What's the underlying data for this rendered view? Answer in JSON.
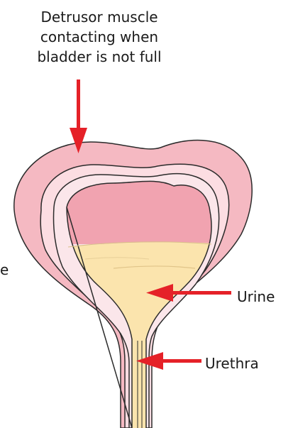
{
  "title_lines": [
    "Detrusor muscle",
    "contacting when",
    "bladder is not full"
  ],
  "labels": {
    "urine": "Urine",
    "urethra": "Urethra",
    "partial_left": "e"
  },
  "colors": {
    "outer_wall": "#f5b9c2",
    "middle_wall": "#fcdde2",
    "inner_wall": "#fbe6ea",
    "bladder_top": "#f1a3b0",
    "urine": "#fbe4ad",
    "outline": "#2b2b2b",
    "arrow": "#e52128"
  }
}
